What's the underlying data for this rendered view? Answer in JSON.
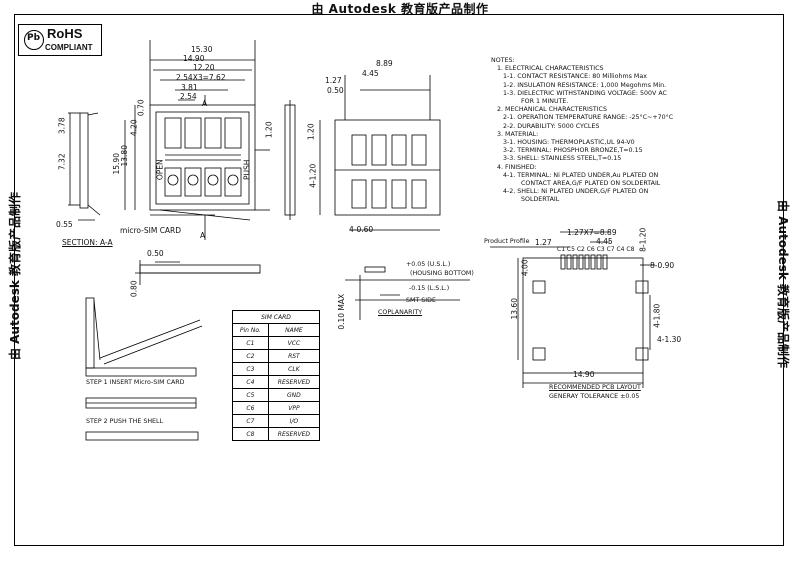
{
  "banner": {
    "text": "由 Autodesk 教育版产品制作"
  },
  "rohs": {
    "title": "RoHS",
    "subtitle": "COMPLIANT",
    "mark": "Pb"
  },
  "front_view": {
    "dims": [
      "15.30",
      "14.90",
      "12.20",
      "2.54X3=7.62",
      "3.81",
      "2.54",
      "0.70",
      "4.20",
      "13.80",
      "15.90",
      "1.20"
    ],
    "labels": [
      "OPEN",
      "PUSH",
      "A",
      "A",
      "micro-SIM CARD"
    ]
  },
  "section_view": {
    "dims": [
      "3.78",
      "7.32",
      "0.55"
    ],
    "title": "SECTION: A-A"
  },
  "side_view": {
    "dims": [
      "0.50",
      "0.80"
    ]
  },
  "rear_view": {
    "dims": [
      "8.89",
      "4.45",
      "1.27",
      "0.50",
      "1.20",
      "4-1.20",
      "4-0.60"
    ]
  },
  "coplanarity": {
    "labels": [
      "+0.05 (U.S.L.)",
      "(HOUSING BOTTOM)",
      "-0.15 (L.S.L.)",
      "SMT SIDE",
      "COPLANARITY",
      "0.10 MAX"
    ]
  },
  "notes": {
    "lines": [
      "NOTES:",
      "1. ELECTRICAL CHARACTERISTICS",
      "1-1. CONTACT RESISTANCE: 80 Milliohms  Max",
      "1-2. INSULATION RESISTANCE: 1,000 Megohms Min.",
      "1-3. DIELECTRIC WITHSTANDING VOLTAGE: 500V AC",
      "FOR 1 MINUTE.",
      "2. MECHANICAL CHARACTERISTICS",
      "2-1. OPERATION TEMPERATURE RANGE: -25°C~+70°C",
      "2-2. DURABILITY: 5000 CYCLES",
      "3. MATERIAL:",
      "3-1. HOUSING: THERMOPLASTIC,UL 94-V0",
      "3-2. TERMINAL: PHOSPHOR BRONZE,T=0.15",
      "3-3. SHELL: STAINLESS STEEL,T=0.15",
      "4. FINISHED:",
      "4-1. TERMINAL: Ni PLATED UNDER,Au PLATED ON",
      "CONTACT AREA,G/F PLATED ON SOLDERTAIL",
      "4-2. SHELL: Ni PLATED UNDER,G/F PLATED ON",
      "SOLDERTAIL"
    ]
  },
  "sim_table": {
    "title": "SIM CARD",
    "headers": [
      "Pin No.",
      "NAME"
    ],
    "rows": [
      [
        "C1",
        "VCC"
      ],
      [
        "C2",
        "RST"
      ],
      [
        "C3",
        "CLK"
      ],
      [
        "C4",
        "RESERVED"
      ],
      [
        "C5",
        "GND"
      ],
      [
        "C6",
        "VPP"
      ],
      [
        "C7",
        "I/O"
      ],
      [
        "C8",
        "RESERVED"
      ]
    ]
  },
  "steps": {
    "step1": "STEP 1  INSERT Micro-SIM CARD",
    "step2": "STEP 2   PUSH THE SHELL"
  },
  "pcb_layout": {
    "product_profile": "Product Profile",
    "pins": "C1 C5 C2 C6 C3 C7 C4 C8",
    "dims": [
      "1.27X7=8.89",
      "4.45",
      "1.27",
      "8-1.20",
      "8-0.90",
      "4.00",
      "13.60",
      "4-1.80",
      "4-1.30",
      "14.90"
    ],
    "title": "RECOMMENDED PCB LAYOUT",
    "tolerance": "GENERAY TOLERANCE ±0.05"
  }
}
